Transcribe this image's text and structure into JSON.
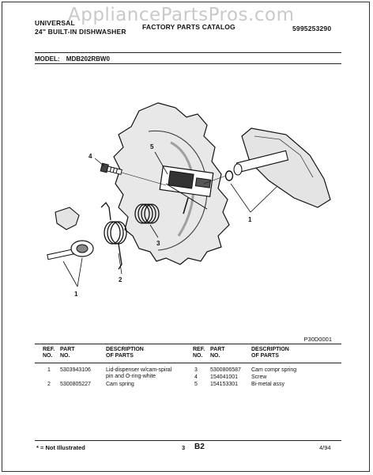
{
  "header": {
    "brand": "UNIVERSAL",
    "product": "24\" BUILT-IN DISHWASHER",
    "catalog": "FACTORY PARTS CATALOG",
    "catalog_number": "5995253290",
    "watermark": "AppliancePartsPros.com"
  },
  "model": {
    "label": "MODEL:",
    "value": "MDB202RBW0"
  },
  "diagram": {
    "callouts": [
      "4",
      "5",
      "1",
      "3",
      "2",
      "1"
    ],
    "figure_code": "P30D0001"
  },
  "table": {
    "headers": {
      "ref_no": [
        "REF.",
        "NO."
      ],
      "part_no": [
        "PART",
        "NO."
      ],
      "description": [
        "DESCRIPTION",
        "OF PARTS"
      ]
    },
    "rows_left": [
      {
        "ref": "1",
        "part": "5303943106",
        "desc": [
          "Lid-dispenser w/cam-spiral",
          "pin and O-ring-white"
        ]
      },
      {
        "ref": "2",
        "part": "5300805227",
        "desc": [
          "Cam spring"
        ]
      }
    ],
    "rows_right": [
      {
        "ref": "3",
        "part": "5300806587",
        "desc": [
          "Cam compr spring"
        ]
      },
      {
        "ref": "4",
        "part": "154041001",
        "desc": [
          "Screw"
        ]
      },
      {
        "ref": "5",
        "part": "154153301",
        "desc": [
          "Bi-metal assy"
        ]
      }
    ]
  },
  "footer": {
    "note": "* = Not Illustrated",
    "page": "3",
    "section": "B2",
    "date": "4/94"
  }
}
